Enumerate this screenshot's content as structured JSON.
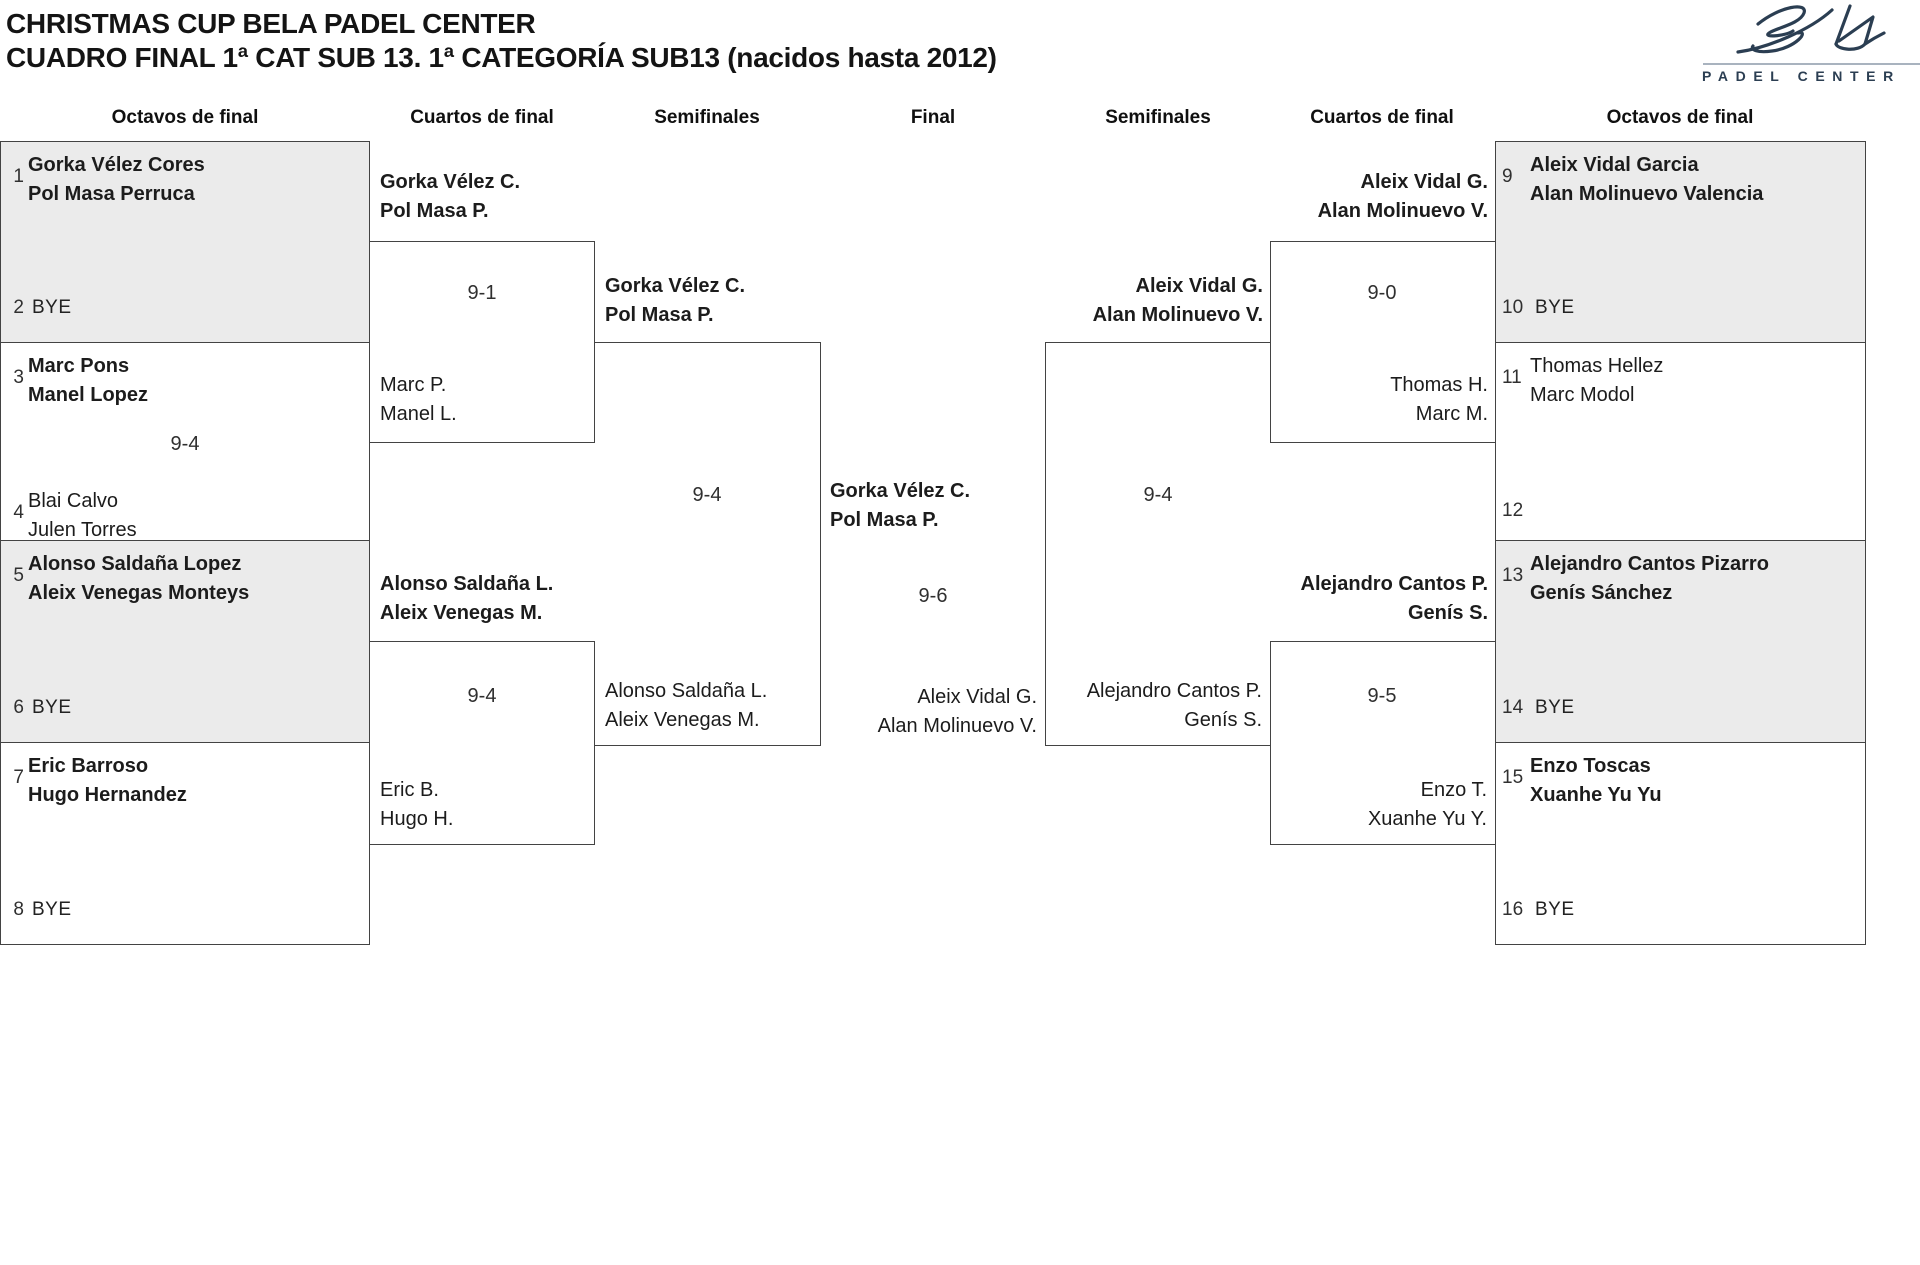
{
  "title": {
    "line1": "CHRISTMAS CUP BELA PADEL CENTER",
    "line2": "CUADRO FINAL 1ª CAT SUB 13. 1ª CATEGORÍA SUB13 (nacidos hasta 2012)"
  },
  "logo": {
    "subtitle": "PADEL CENTER"
  },
  "rounds": [
    "Octavos de final",
    "Cuartos de final",
    "Semifinales",
    "Final",
    "Semifinales",
    "Cuartos de final",
    "Octavos de final"
  ],
  "entries": {
    "e1": {
      "seed": "1",
      "p1": "Gorka Vélez Cores",
      "p2": "Pol Masa Perruca"
    },
    "e2": {
      "seed": "2",
      "status": "BYE"
    },
    "e3": {
      "seed": "3",
      "p1": "Marc Pons",
      "p2": "Manel Lopez"
    },
    "e4": {
      "seed": "4",
      "p1": "Blai Calvo",
      "p2": "Julen Torres"
    },
    "e5": {
      "seed": "5",
      "p1": "Alonso Saldaña Lopez",
      "p2": "Aleix Venegas Monteys"
    },
    "e6": {
      "seed": "6",
      "status": "BYE"
    },
    "e7": {
      "seed": "7",
      "p1": "Eric Barroso",
      "p2": "Hugo Hernandez"
    },
    "e8": {
      "seed": "8",
      "status": "BYE"
    },
    "e9": {
      "seed": "9",
      "p1": "Aleix Vidal Garcia",
      "p2": "Alan Molinuevo Valencia"
    },
    "e10": {
      "seed": "10",
      "status": "BYE"
    },
    "e11": {
      "seed": "11",
      "p1": "Thomas Hellez",
      "p2": "Marc Modol"
    },
    "e12": {
      "seed": "12"
    },
    "e13": {
      "seed": "13",
      "p1": "Alejandro Cantos Pizarro",
      "p2": "Genís Sánchez"
    },
    "e14": {
      "seed": "14",
      "status": "BYE"
    },
    "e15": {
      "seed": "15",
      "p1": "Enzo Toscas",
      "p2": "Xuanhe Yu Yu"
    },
    "e16": {
      "seed": "16",
      "status": "BYE"
    }
  },
  "matches": {
    "oct_3v4": {
      "score": "9-4"
    },
    "qf_l1": {
      "score": "9-1",
      "team1": {
        "p1": "Gorka Vélez C.",
        "p2": "Pol Masa P."
      },
      "team2": {
        "p1": "Marc P.",
        "p2": "Manel L."
      }
    },
    "qf_l2": {
      "score": "9-4",
      "team1": {
        "p1": "Alonso Saldaña L.",
        "p2": "Aleix Venegas M."
      },
      "team2": {
        "p1": "Eric B.",
        "p2": "Hugo H."
      }
    },
    "sf_l": {
      "score": "9-4",
      "team1": {
        "p1": "Gorka Vélez C.",
        "p2": "Pol Masa P."
      },
      "team2": {
        "p1": "Alonso Saldaña L.",
        "p2": "Aleix Venegas M."
      }
    },
    "final": {
      "score": "9-6",
      "team1": {
        "p1": "Gorka Vélez C.",
        "p2": "Pol Masa P."
      },
      "team2": {
        "p1": "Aleix Vidal G.",
        "p2": "Alan Molinuevo V."
      }
    },
    "sf_r": {
      "score": "9-4",
      "team1": {
        "p1": "Aleix Vidal G.",
        "p2": "Alan Molinuevo V."
      },
      "team2": {
        "p1": "Alejandro Cantos P.",
        "p2": "Genís S."
      }
    },
    "qf_r1": {
      "score": "9-0",
      "team1": {
        "p1": "Aleix Vidal G.",
        "p2": "Alan Molinuevo V."
      },
      "team2": {
        "p1": "Thomas H.",
        "p2": "Marc M."
      }
    },
    "qf_r2": {
      "score": "9-5",
      "team1": {
        "p1": "Alejandro Cantos P.",
        "p2": "Genís S."
      },
      "team2": {
        "p1": "Enzo T.",
        "p2": "Xuanhe Yu Y."
      }
    }
  },
  "colors": {
    "brand_navy": "#2b3e52",
    "box_gray": "#ebebeb",
    "line": "#434343"
  }
}
